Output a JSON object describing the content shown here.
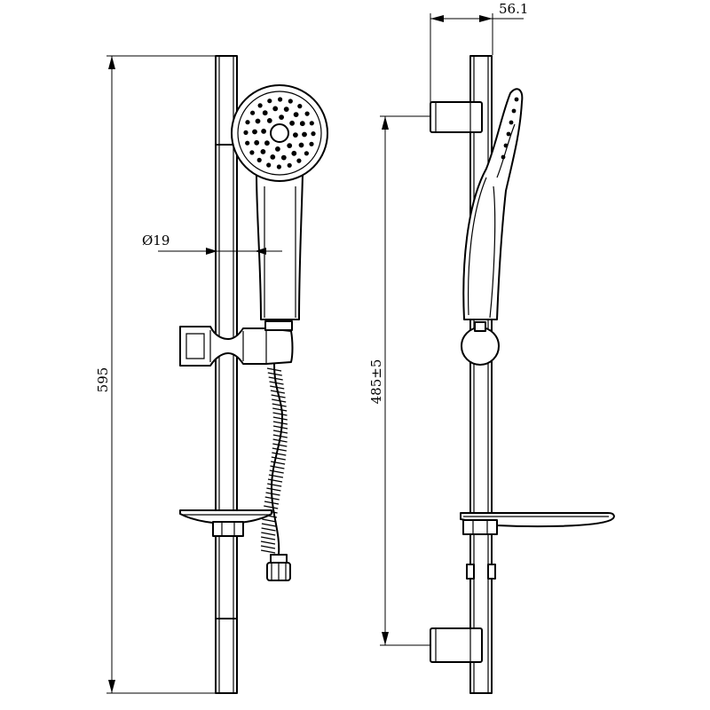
{
  "dimensions": {
    "total_height": "595",
    "hose_diameter": "Ø19",
    "bracket_spacing": "485±5",
    "bracket_depth": "56.1"
  }
}
